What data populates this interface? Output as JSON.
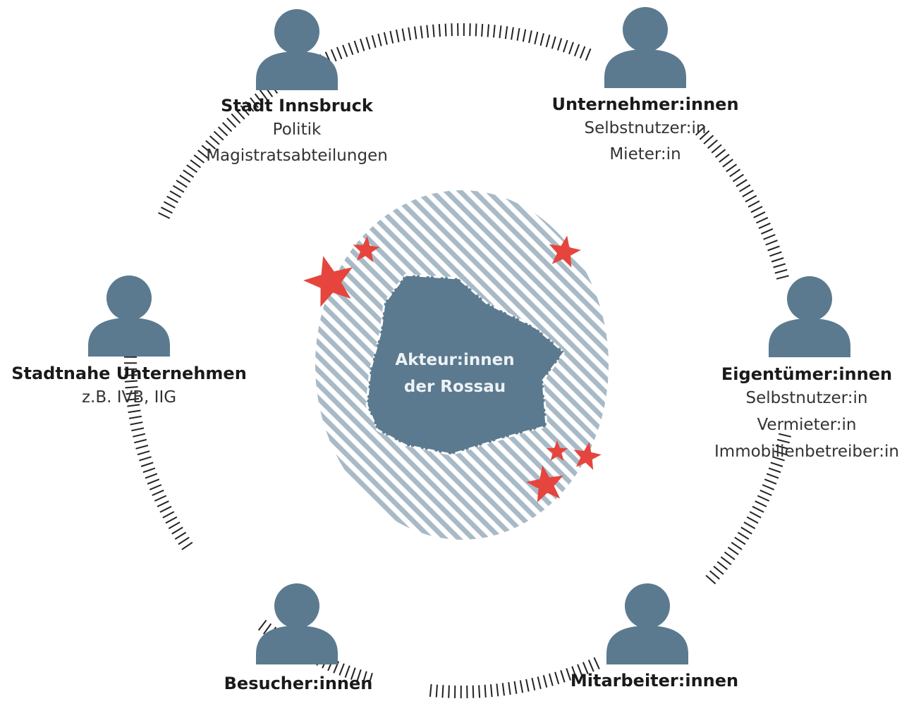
{
  "colors": {
    "person": "#5b7a8f",
    "hatch": "#a9bac7",
    "center_shape": "#5b7a8f",
    "star": "#e5453d",
    "ticks": "#222222"
  },
  "center": {
    "line1": "Akteur:innen",
    "line2": "der Rossau"
  },
  "actors": [
    {
      "id": "stadt-innsbruck",
      "icon": "person-icon",
      "title": "Stadt Innsbruck",
      "lines": [
        "Politik",
        "Magistratsabteilungen"
      ]
    },
    {
      "id": "unternehmer",
      "icon": "person-icon",
      "title": "Unternehmer:innen",
      "lines": [
        "Selbstnutzer:in",
        "Mieter:in"
      ]
    },
    {
      "id": "stadtnahe-unternehmen",
      "icon": "person-icon",
      "title": "Stadtnahe Unternehmen",
      "lines": [
        "z.B. IVB, IIG"
      ]
    },
    {
      "id": "eigentuemer",
      "icon": "person-icon",
      "title": "Eigentümer:innen",
      "lines": [
        "Selbstnutzer:in",
        "Vermieter:in",
        "Immobilienbetreiber:in"
      ]
    },
    {
      "id": "besucher",
      "icon": "person-icon",
      "title": "Besucher:innen",
      "lines": []
    },
    {
      "id": "mitarbeiter",
      "icon": "person-icon",
      "title": "Mitarbeiter:innen",
      "lines": []
    }
  ],
  "markers": {
    "icon": "star-icon",
    "count": 6
  }
}
